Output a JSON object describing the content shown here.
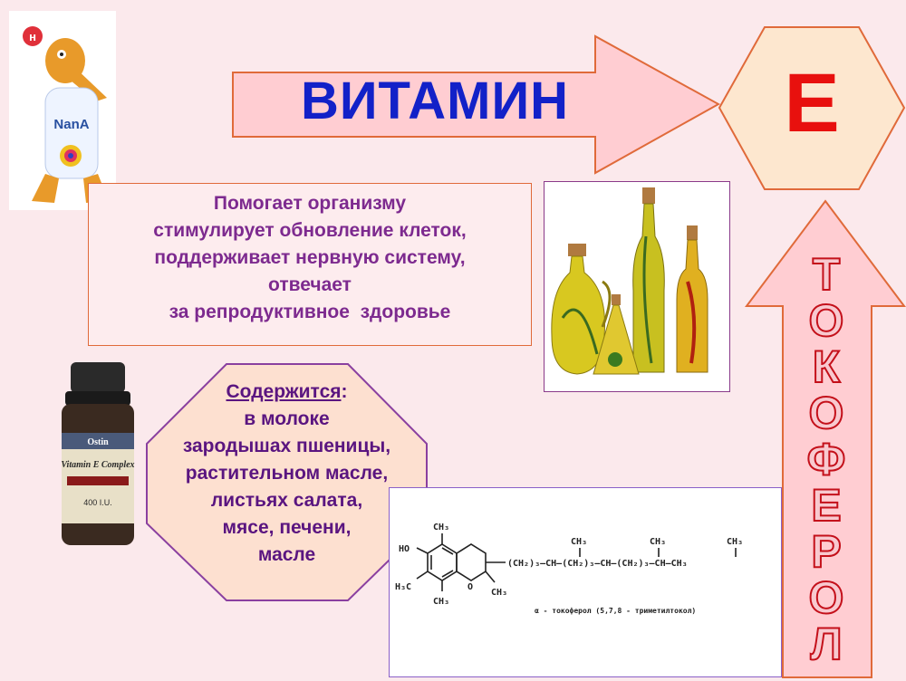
{
  "title": "ВИТАМИН",
  "vitamin_letter": "Е",
  "tocopherol_letters": [
    "Т",
    "О",
    "К",
    "О",
    "Ф",
    "Е",
    "Р",
    "О",
    "Л"
  ],
  "benefits": [
    "Помогает организму",
    "стимулирует обновление клеток,",
    "поддерживает нервную систему,",
    "отвечает",
    "за репродуктивное  здоровье"
  ],
  "sources": {
    "heading": "Содержится",
    "colon": ":",
    "items": [
      "в молоке",
      "зародышах пшеницы,",
      "растительном масле,",
      "листьях салата,",
      "мясе, печени,",
      "масле"
    ]
  },
  "mascot": {
    "badge": "н",
    "label": "NanA"
  },
  "jar": {
    "brand": "Ostin",
    "label": "Vitamin E Complex",
    "dose": "400 I.U."
  },
  "formula": {
    "ho": "HO",
    "ch3_top": "CH₃",
    "h3c": "H₃C",
    "ch3_bottom": "CH₃",
    "ch3_ring": "CH₃",
    "ring_o": "O",
    "chain": "(CH₂)₃—CH—(CH₂)₃—CH—(CH₂)₃—CH—CH₃",
    "branch1": "CH₃",
    "branch2": "CH₃",
    "branch3": "CH₃",
    "caption": "α - токоферол (5,7,8 - триметилтокол)"
  },
  "colors": {
    "arrow_fill": "#ffcdd2",
    "arrow_stroke": "#e06a3a",
    "hex_fill": "#fde7cf",
    "title_blue": "#1221c8",
    "letter_red": "#e8100e",
    "text_purple": "#7d2a8f"
  }
}
